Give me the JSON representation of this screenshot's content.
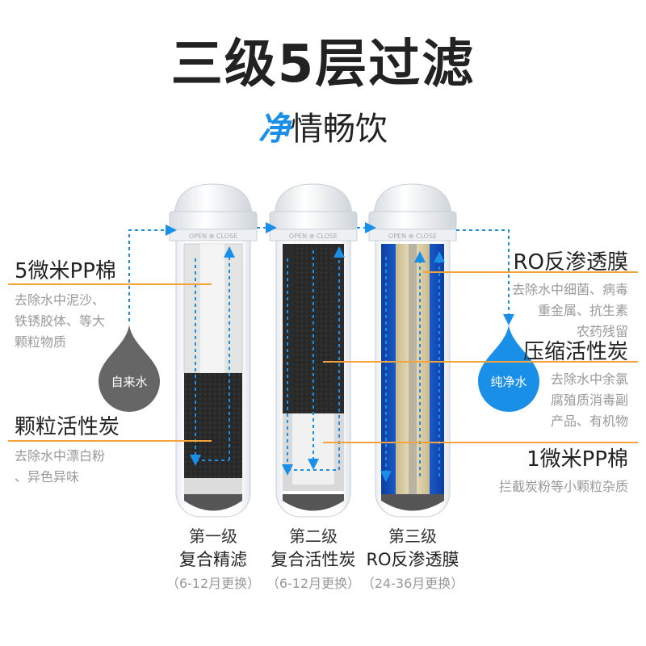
{
  "title": "三级5层过滤",
  "subtitle": {
    "accent": "净",
    "rest": "情畅饮"
  },
  "drops": {
    "raw": "自来水",
    "pure": "纯净水"
  },
  "left_labels": [
    {
      "title": "5微米PP棉",
      "desc": [
        "去除水中泥沙、",
        "铁锈胶体、等大",
        "颗粒物质"
      ]
    },
    {
      "title": "颗粒活性炭",
      "desc": [
        "去除水中漂白粉",
        "、异色异味"
      ]
    }
  ],
  "right_labels": [
    {
      "title": "RO反渗透膜",
      "desc": [
        "去除水中细菌、病毒",
        "重金属、抗生素",
        "农药残留"
      ]
    },
    {
      "title": "压缩活性炭",
      "desc": [
        "去除水中余氯",
        "腐殖质消毒副",
        "产品、有机物"
      ]
    },
    {
      "title": "1微米PP棉",
      "desc": [
        "拦截炭粉等小颗粒杂质"
      ]
    }
  ],
  "cap_label": "OPEN ⊗ CLOSE",
  "stages": [
    {
      "level": "第一级",
      "name": "复合精滤",
      "life": "（6-12月更换）"
    },
    {
      "level": "第二级",
      "name": "复合活性炭",
      "life": "（6-12月更换）"
    },
    {
      "level": "第三级",
      "name": "RO反渗透膜",
      "life": "（24-36月更换）"
    }
  ],
  "colors": {
    "accent_blue": "#1a8fe8",
    "leader_orange": "#f5a23a",
    "drop_gray": "#666666",
    "flow_blue": "#1a8fe8"
  }
}
